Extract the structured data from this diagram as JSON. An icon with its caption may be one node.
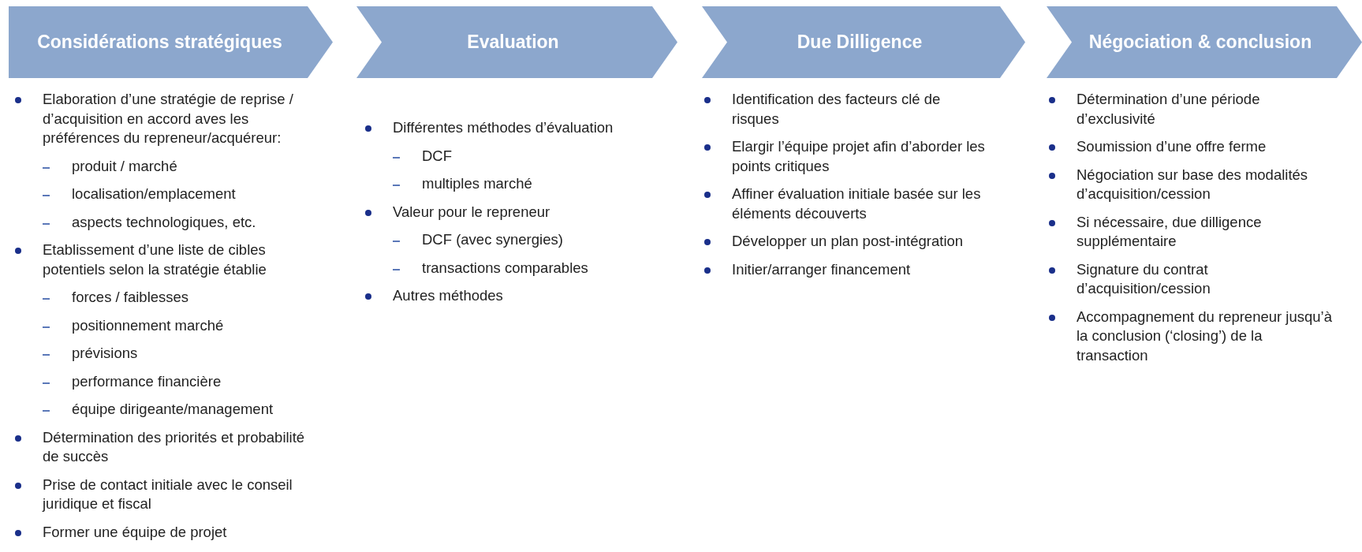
{
  "diagram": {
    "nodes": [
      {
        "text": [
          "Considérations stratégiques"
        ]
      },
      {
        "text": [
          "Evaluation"
        ]
      },
      {
        "text": [
          "Due Dilligence"
        ]
      },
      {
        "text": [
          "Négociation & conclusion"
        ]
      }
    ],
    "labels": [
      "Elaboration d’une stratégie de reprise / d’acquisition en accord aves les préférences du repreneur/acquéreur:",
      "produit / marché",
      "localisation/emplacement",
      "aspects technologiques, etc.",
      "Etablissement d’une liste de cibles potentiels selon la stratégie établie",
      "forces / faiblesses",
      "positionnement marché",
      "prévisions",
      "performance financière",
      "équipe dirigeante/management",
      "Détermination des priorités et probabilité de succès",
      "Prise de contact initiale avec le conseil juridique et fiscal",
      "Former une équipe de projet",
      "Différentes méthodes d’évaluation",
      "DCF",
      "multiples marché",
      "Valeur pour le repreneur",
      "DCF (avec synergies)",
      "transactions comparables",
      "Autres méthodes",
      "Identification des facteurs clé de risques",
      "Elargir l’équipe projet afin d’aborder les points critiques",
      "Affiner évaluation initiale basée sur les éléments découverts",
      "Développer un plan post-intégration",
      "Initier/arranger financement",
      "Détermination d’une période d’exclusivité",
      "Soumission d’une offre ferme",
      "Négociation sur base des modalités d’acquisition/cession",
      "Si nécessaire, due dilligence supplémentaire",
      "Signature du contrat d’acquisition/cession",
      "Accompagnement du repreneur jusqu’à la conclusion (‘closing’) de la transaction"
    ]
  }
}
